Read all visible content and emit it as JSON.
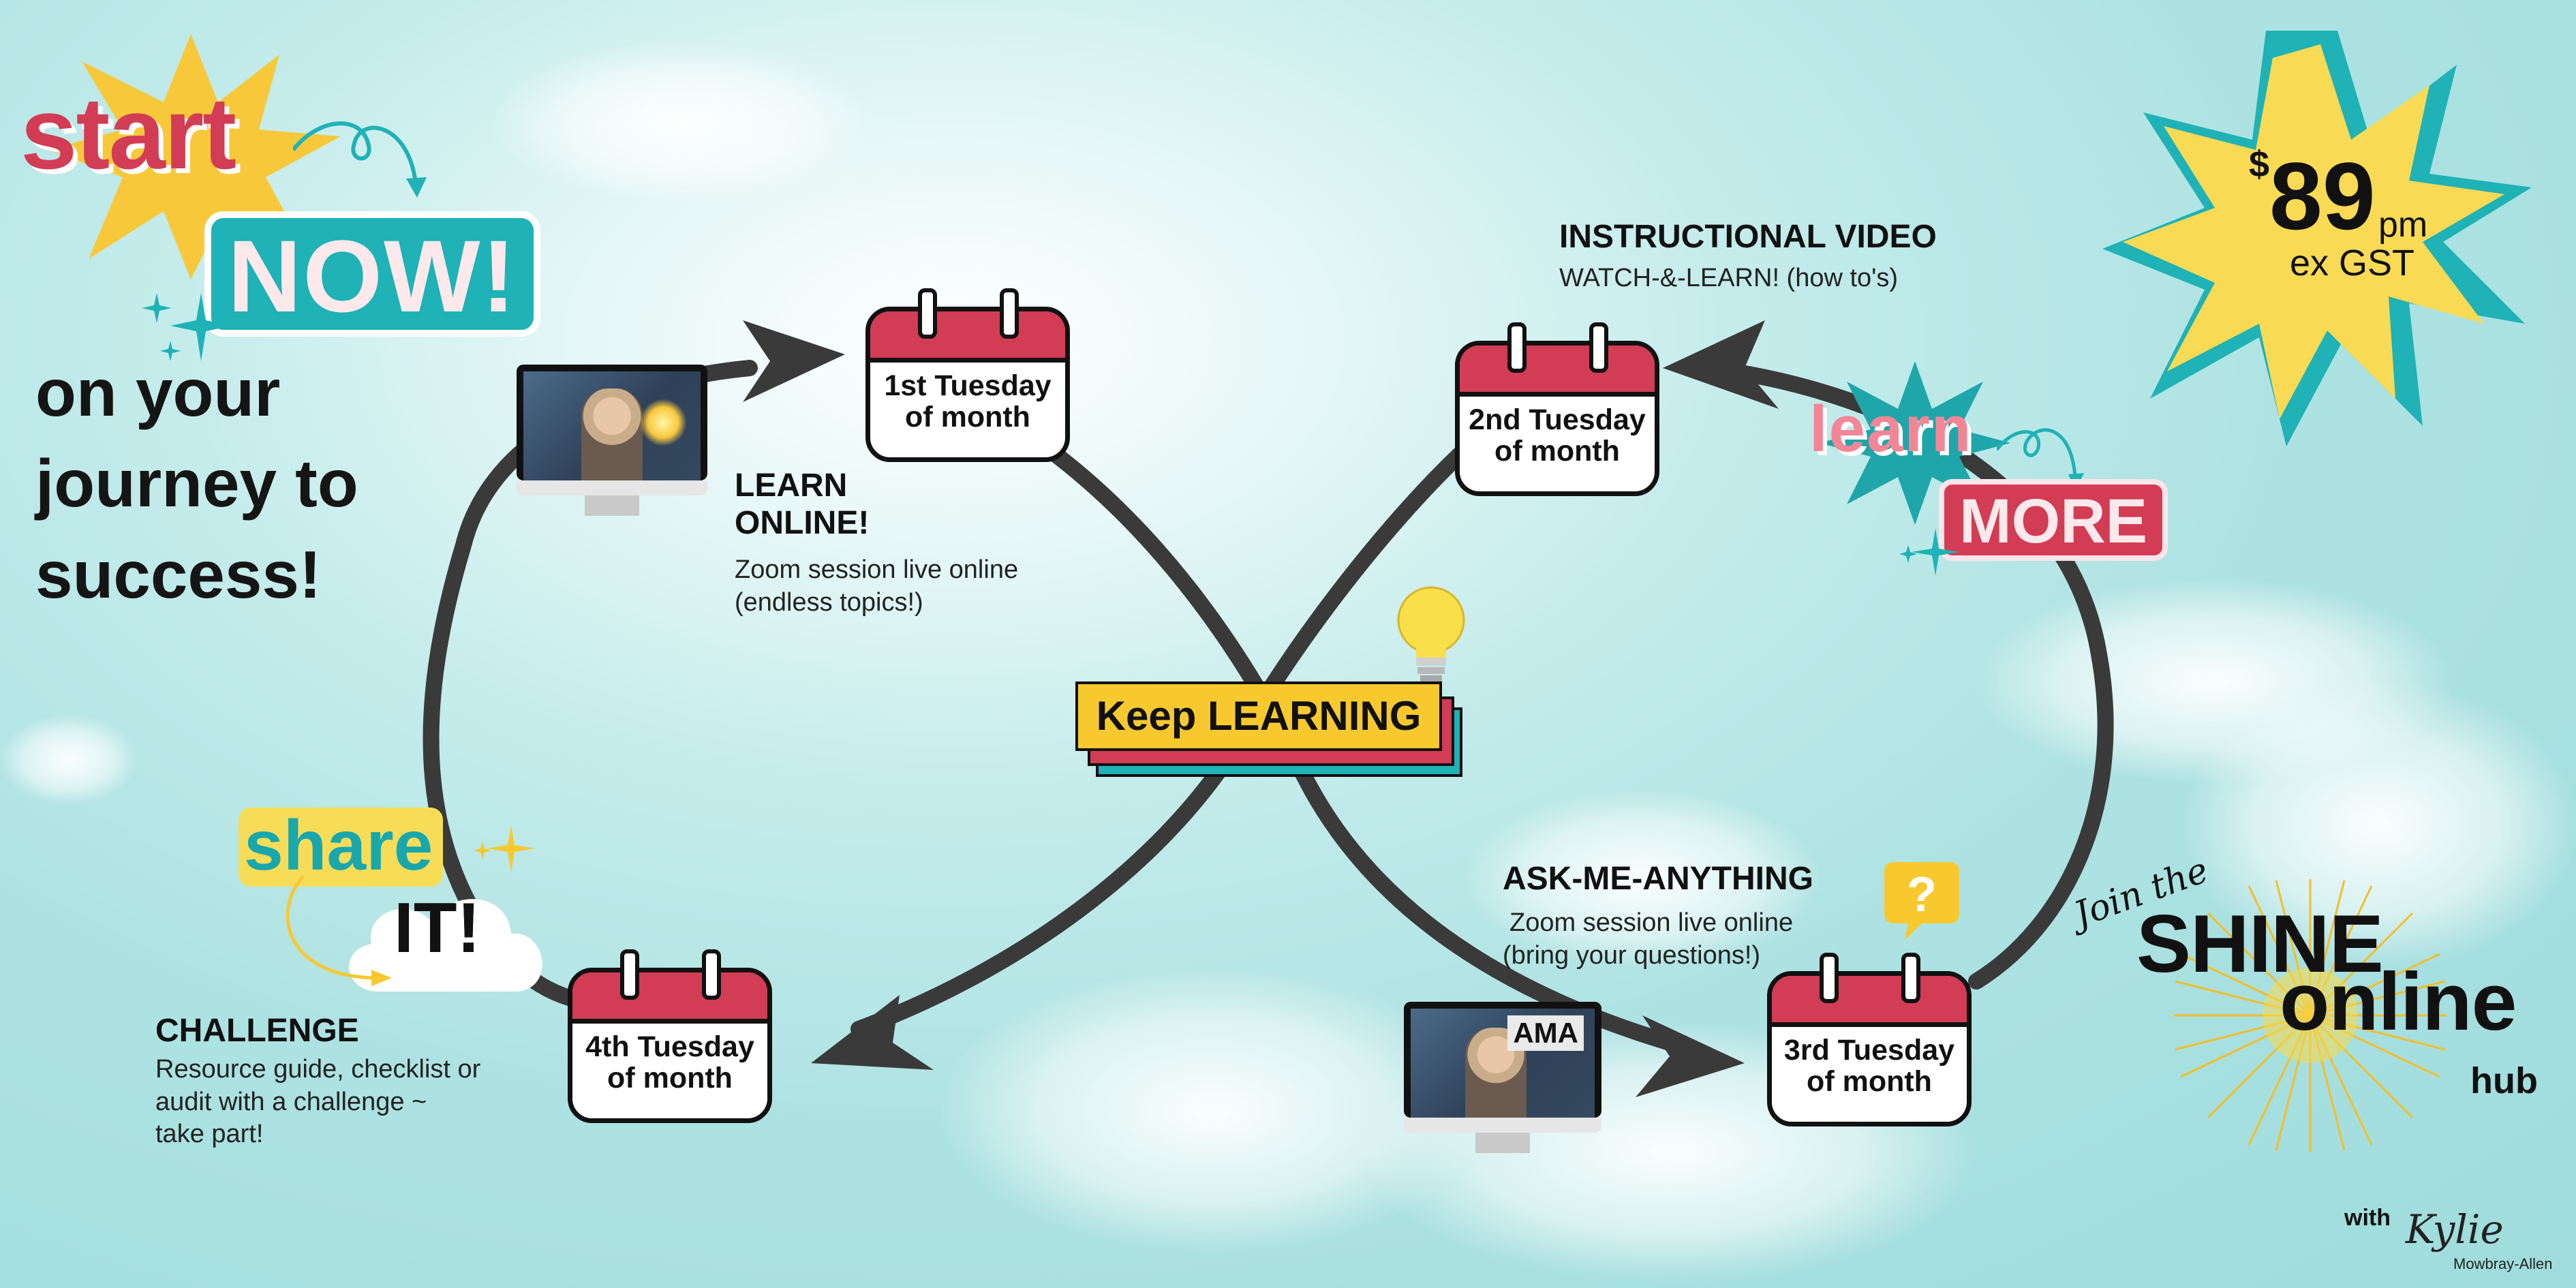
{
  "hero": {
    "start": "start",
    "now": "NOW!",
    "line1": "on your",
    "line2": "journey to",
    "line3": "success!"
  },
  "price": {
    "currency": "$",
    "amount": "89",
    "period": "pm",
    "tax": "ex GST"
  },
  "steps": {
    "week1": {
      "title": "1st Tuesday of month",
      "line1": "1st Tuesday",
      "line2": "of month",
      "heading1": "LEARN",
      "heading2": "ONLINE!",
      "desc1": "Zoom session live online",
      "desc2": "(endless topics!)"
    },
    "week2": {
      "line1": "2nd Tuesday",
      "line2": "of month",
      "heading": "INSTRUCTIONAL VIDEO",
      "desc": "WATCH-&-LEARN! (how to's)"
    },
    "week3": {
      "line1": "3rd Tuesday",
      "line2": "of month",
      "heading": "ASK-ME-ANYTHING",
      "desc1": "Zoom session live online",
      "desc2": "(bring your questions!)"
    },
    "week4": {
      "line1": "4th Tuesday",
      "line2": "of month",
      "heading": "CHALLENGE",
      "desc1": "Resource guide, checklist or",
      "desc2": "audit with a challenge ~",
      "desc3": "take part!"
    }
  },
  "center": {
    "label": "Keep LEARNING"
  },
  "ama_badge": "AMA",
  "learn_more": {
    "learn": "learn",
    "more": "MORE"
  },
  "share_it": {
    "share": "share",
    "it": "IT!"
  },
  "brand": {
    "join": "Join the",
    "shine": "SHINE",
    "online": "online",
    "hub": "hub",
    "with": "with",
    "signature": "Kylie",
    "surname": "Mowbray-Allen"
  },
  "colors": {
    "accent_red": "#d23c55",
    "accent_teal": "#1fb2b6",
    "accent_yellow": "#f7d54a",
    "sky": "#a8e0e0"
  }
}
